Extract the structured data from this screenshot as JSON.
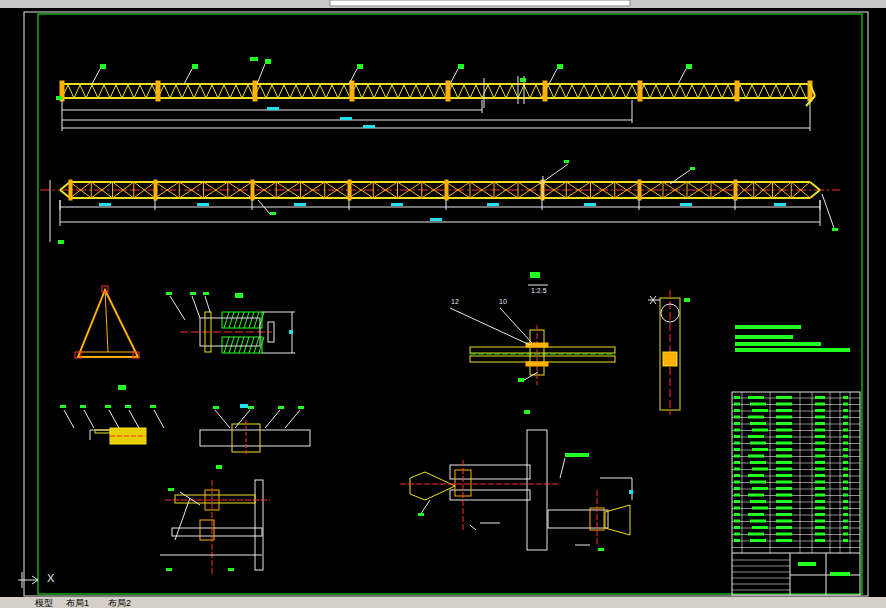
{
  "diagram": {
    "labels": [
      "12",
      "10",
      "1:2.5",
      "X",
      "模型",
      "布局1",
      "布局2"
    ]
  }
}
